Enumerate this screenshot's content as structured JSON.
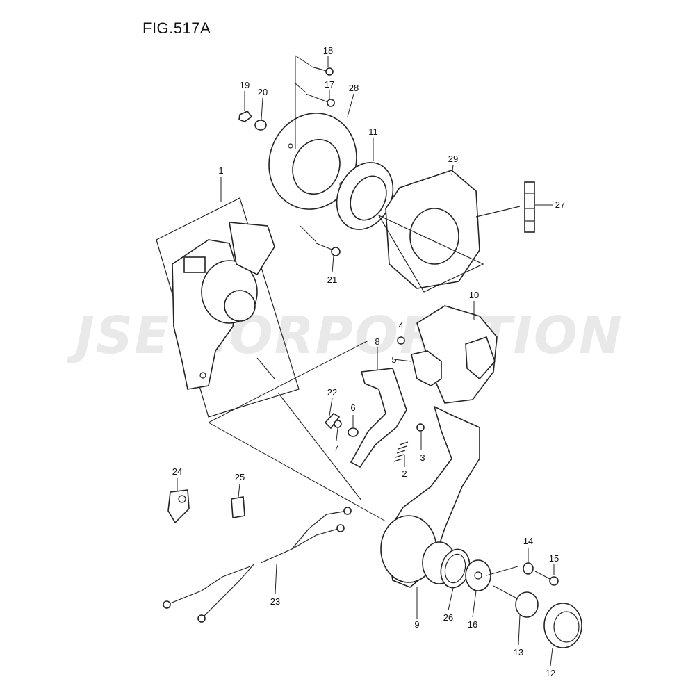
{
  "figure": {
    "title": "FIG.517A"
  },
  "watermark": {
    "text": "JSE CORPORATION"
  },
  "parts": [
    {
      "id": "1",
      "label": "1"
    },
    {
      "id": "2",
      "label": "2"
    },
    {
      "id": "3",
      "label": "3"
    },
    {
      "id": "4",
      "label": "4"
    },
    {
      "id": "5",
      "label": "5"
    },
    {
      "id": "6",
      "label": "6"
    },
    {
      "id": "7",
      "label": "7"
    },
    {
      "id": "8",
      "label": "8"
    },
    {
      "id": "9",
      "label": "9"
    },
    {
      "id": "10",
      "label": "10"
    },
    {
      "id": "11",
      "label": "11"
    },
    {
      "id": "12",
      "label": "12"
    },
    {
      "id": "13",
      "label": "13"
    },
    {
      "id": "14",
      "label": "14"
    },
    {
      "id": "15",
      "label": "15"
    },
    {
      "id": "16",
      "label": "16"
    },
    {
      "id": "17",
      "label": "17"
    },
    {
      "id": "18",
      "label": "18"
    },
    {
      "id": "19",
      "label": "19"
    },
    {
      "id": "20",
      "label": "20"
    },
    {
      "id": "21",
      "label": "21"
    },
    {
      "id": "22",
      "label": "22"
    },
    {
      "id": "23",
      "label": "23"
    },
    {
      "id": "24",
      "label": "24"
    },
    {
      "id": "25",
      "label": "25"
    },
    {
      "id": "26",
      "label": "26"
    },
    {
      "id": "27",
      "label": "27"
    },
    {
      "id": "28",
      "label": "28"
    },
    {
      "id": "29",
      "label": "29"
    }
  ]
}
